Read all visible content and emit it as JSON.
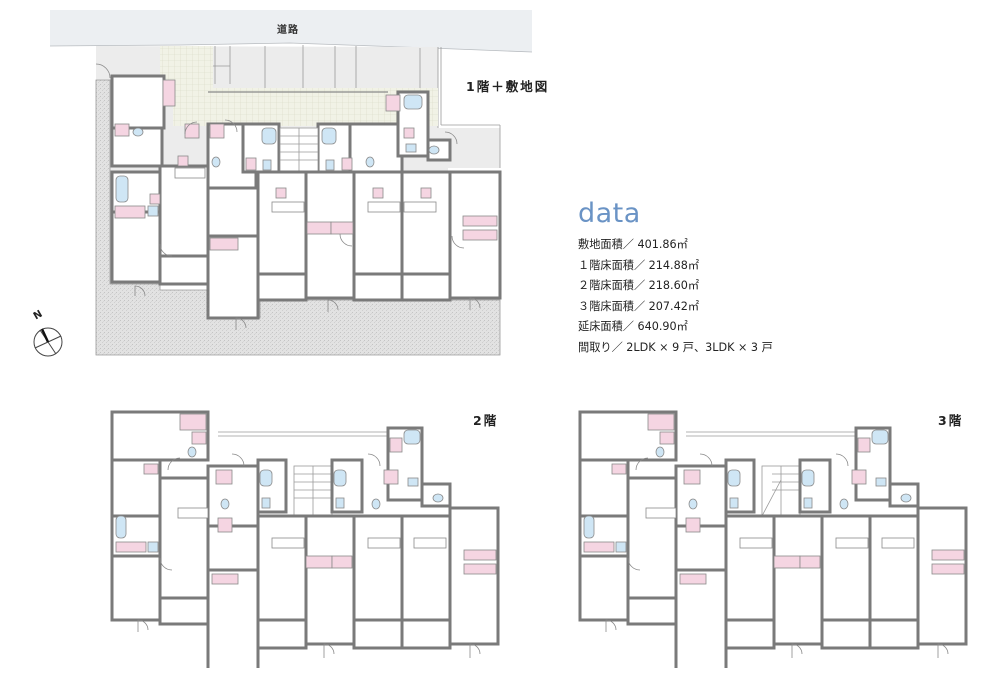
{
  "site_plan": {
    "road_label": "道路",
    "floor_label": "1階＋敷地図",
    "compass": {
      "icon": "north-arrow-icon",
      "label": "N"
    }
  },
  "floor2": {
    "floor_label": "2階"
  },
  "floor3": {
    "floor_label": "3階"
  },
  "data_panel": {
    "title": "data",
    "items": [
      {
        "label": "敷地面積",
        "value": "401.86㎡",
        "text": "敷地面積／ 401.86㎡"
      },
      {
        "label": "1階床面積",
        "value": "214.88㎡",
        "text": "１階床面積／ 214.88㎡"
      },
      {
        "label": "2階床面積",
        "value": "218.60㎡",
        "text": "２階床面積／ 218.60㎡"
      },
      {
        "label": "3階床面積",
        "value": "207.42㎡",
        "text": "３階床面積／ 207.42㎡"
      },
      {
        "label": "延床面積",
        "value": "640.90㎡",
        "text": "延床面積／ 640.90㎡"
      },
      {
        "label": "間取り",
        "value": "2LDK × 9 戸、3LDK × 3 戸",
        "text": "間取り／ 2LDK × 9 戸、3LDK × 3 戸"
      }
    ]
  },
  "colors": {
    "road": "#eceff2",
    "gravel": "#dcdcdc",
    "tile": "#f0f1e4",
    "wall": "#7a7a7a",
    "closet_pink": "#f5d5e2",
    "bath_blue": "#cfe6f5",
    "data_title": "#6a93c5"
  }
}
